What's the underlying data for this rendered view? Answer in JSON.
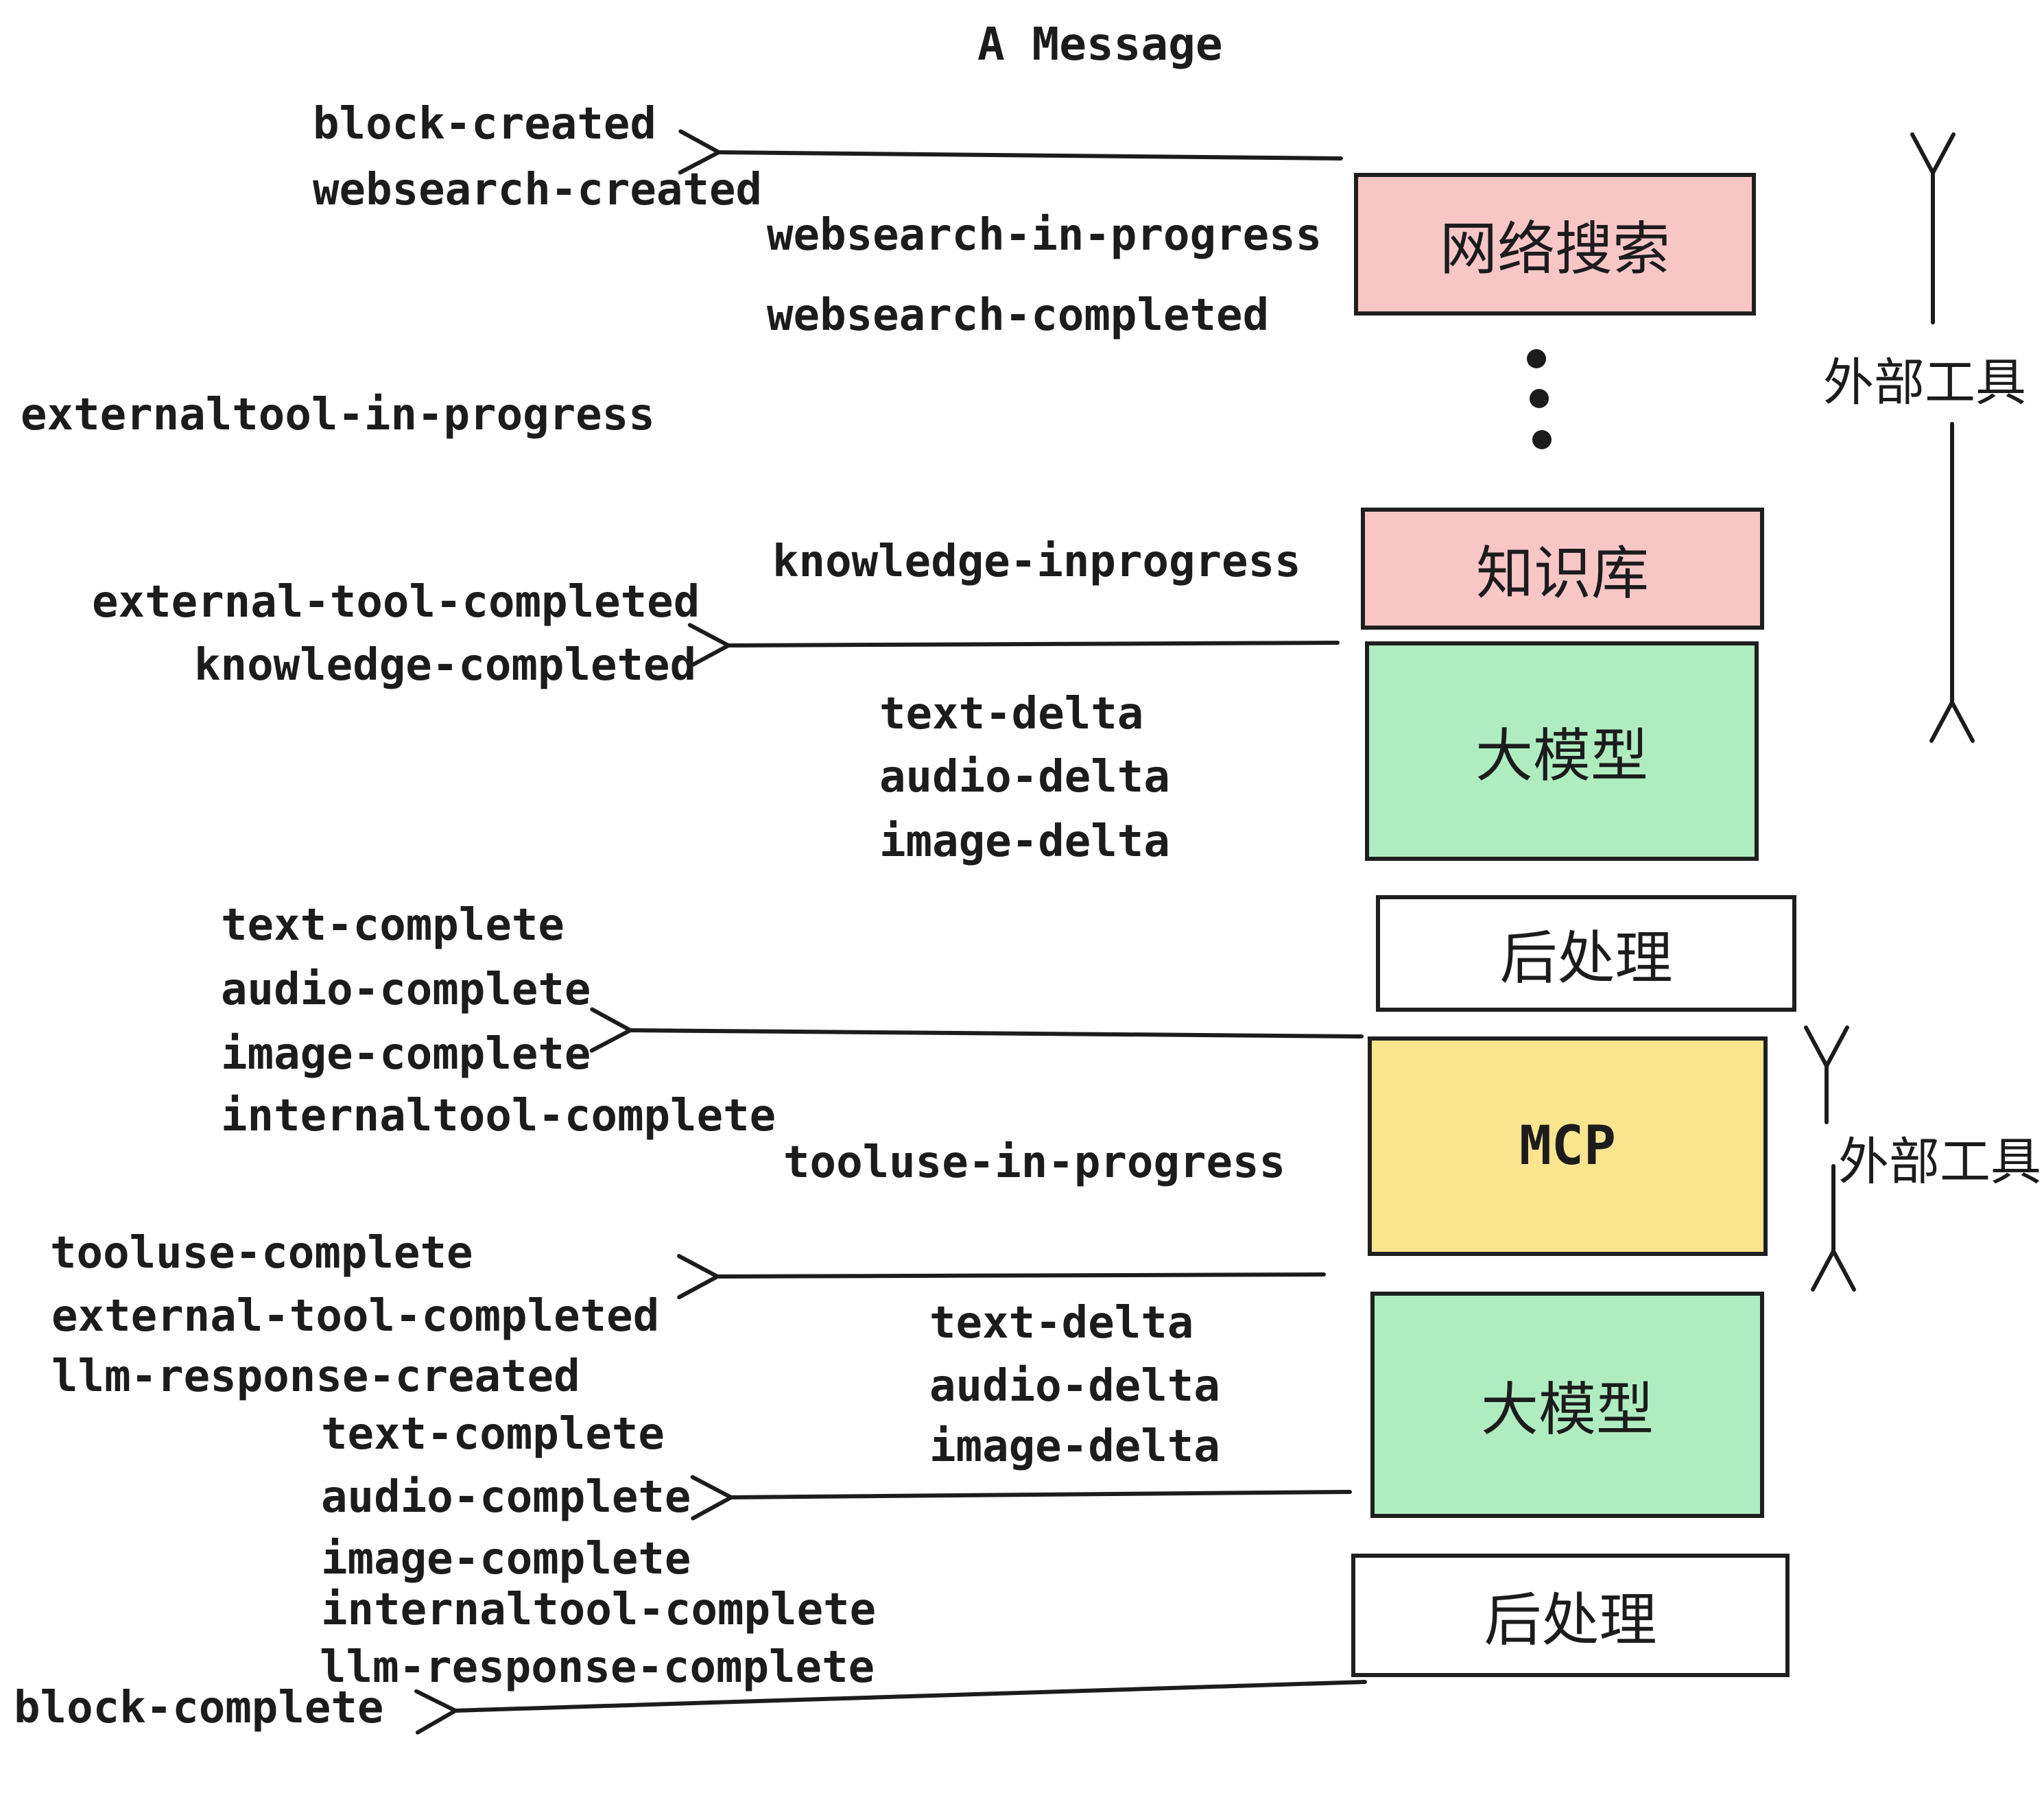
{
  "title": "A Message",
  "colors": {
    "pink": "#f9c6c6",
    "green": "#afedc0",
    "yellow": "#fae58e",
    "white": "#ffffff",
    "stroke": "#1f1f1f",
    "ink": "#1c1c1c"
  },
  "boxes": {
    "websearch": "网络搜索",
    "knowledge": "知识库",
    "llm": "大模型",
    "post": "后处理",
    "mcp": "MCP"
  },
  "annotations": {
    "external_tools": "外部工具"
  },
  "events": {
    "block_created": "block-created",
    "websearch_created": "websearch-created",
    "websearch_in_progress": "websearch-in-progress",
    "websearch_completed": "websearch-completed",
    "externaltool_in_progress": "externaltool-in-progress",
    "external_tool_completed": "external-tool-completed",
    "knowledge_inprogress": "knowledge-inprogress",
    "knowledge_completed": "knowledge-completed",
    "text_delta": "text-delta",
    "audio_delta": "audio-delta",
    "image_delta": "image-delta",
    "text_complete": "text-complete",
    "audio_complete": "audio-complete",
    "image_complete": "image-complete",
    "internaltool_complete": "internaltool-complete",
    "tooluse_in_progress": "tooluse-in-progress",
    "tooluse_complete": "tooluse-complete",
    "llm_response_created": "llm-response-created",
    "llm_response_complete": "llm-response-complete",
    "block_complete": "block-complete"
  }
}
